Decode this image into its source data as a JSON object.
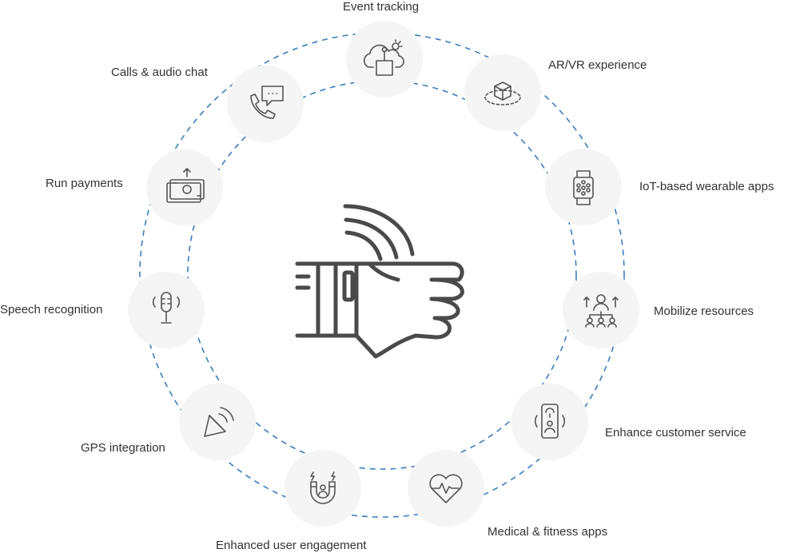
{
  "diagram": {
    "center_icon": "smartwatch-wrist-icon",
    "ring_color": "#3a7dbf",
    "node_color": "#f5f5f5",
    "icon_color": "#555555",
    "features": [
      {
        "id": "event-tracking",
        "label": "Event tracking",
        "icon": "cloud-event-icon"
      },
      {
        "id": "ar-vr-experience",
        "label": "AR/VR experience",
        "icon": "ar-cube-icon"
      },
      {
        "id": "iot-wearable-apps",
        "label": "IoT-based wearable apps",
        "icon": "smartwatch-icon"
      },
      {
        "id": "mobilize-resources",
        "label": "Mobilize resources",
        "icon": "team-hierarchy-icon"
      },
      {
        "id": "enhance-customer-service",
        "label": "Enhance customer service",
        "icon": "phone-support-icon"
      },
      {
        "id": "medical-fitness-apps",
        "label": "Medical & fitness apps",
        "icon": "heart-pulse-icon"
      },
      {
        "id": "enhanced-user-engagement",
        "label": "Enhanced user engagement",
        "icon": "magnet-user-icon"
      },
      {
        "id": "gps-integration",
        "label": "GPS integration",
        "icon": "gps-satellite-icon"
      },
      {
        "id": "speech-recognition",
        "label": "Speech recognition",
        "icon": "microphone-icon"
      },
      {
        "id": "run-payments",
        "label": "Run payments",
        "icon": "money-payment-icon"
      },
      {
        "id": "calls-audio-chat",
        "label": "Calls & audio chat",
        "icon": "phone-chat-icon"
      }
    ]
  }
}
